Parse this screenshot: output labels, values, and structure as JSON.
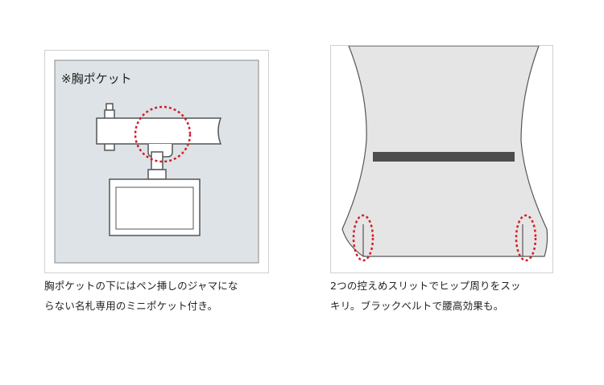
{
  "left_panel": {
    "label": "※胸ポケット",
    "caption_line1": "胸ポケットの下にはペン挿しのジャマにな",
    "caption_line2": "らない名札専用のミニポケット付き。"
  },
  "right_panel": {
    "caption_line1": "2つの控えめスリットでヒップ周りをスッ",
    "caption_line2": "キリ。ブラックベルトで腰高効果も。"
  },
  "colors": {
    "illustration_bg": "#dde3e6",
    "outline": "#555555",
    "highlight_dashes": "#d21f2a",
    "belt": "#4d4d4d",
    "garment_fill": "#e5e5e5"
  }
}
